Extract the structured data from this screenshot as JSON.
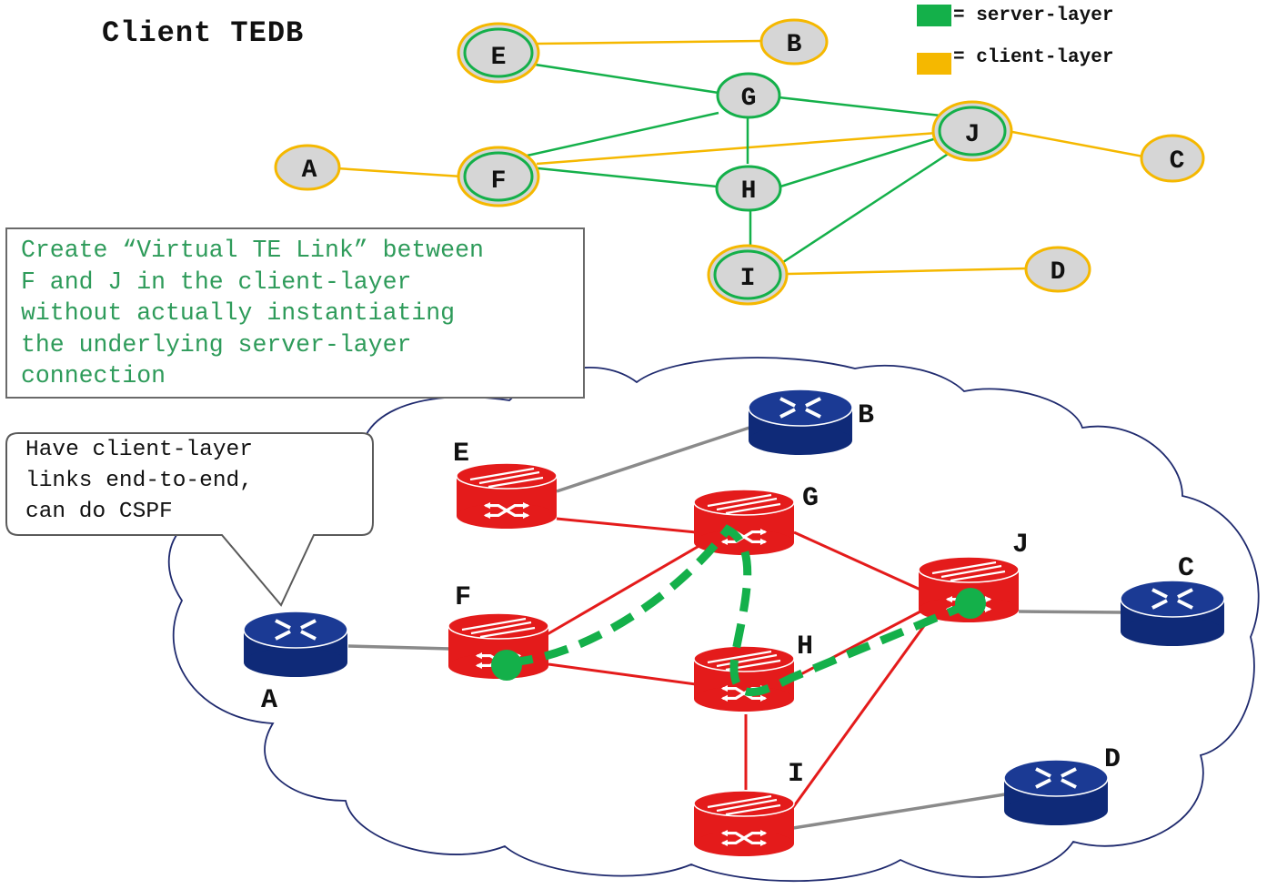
{
  "title": "Client TEDB",
  "legend": {
    "items": [
      {
        "label": "= server-layer",
        "color": "#14b04a"
      },
      {
        "label": "= client-layer",
        "color": "#f5b800"
      }
    ]
  },
  "tedb_nodes": {
    "E": "E",
    "B": "B",
    "G": "G",
    "J": "J",
    "C": "C",
    "A": "A",
    "F": "F",
    "H": "H",
    "I": "I",
    "D": "D"
  },
  "note": {
    "lines": [
      "Create “Virtual TE Link” between",
      "F and J in the client-layer",
      "without actually instantiating",
      "the underlying server-layer",
      "connection"
    ],
    "color": "#2e9b5a"
  },
  "bubble": {
    "lines": [
      "Have client-layer",
      "links end-to-end,",
      "can do CSPF"
    ]
  },
  "network": {
    "red_router_color": "#e41b1b",
    "blue_router_color": "#0f2a78",
    "labels": {
      "E": "E",
      "G": "G",
      "F": "F",
      "H": "H",
      "I": "I",
      "J": "J",
      "A": "A",
      "B": "B",
      "C": "C",
      "D": "D"
    }
  }
}
